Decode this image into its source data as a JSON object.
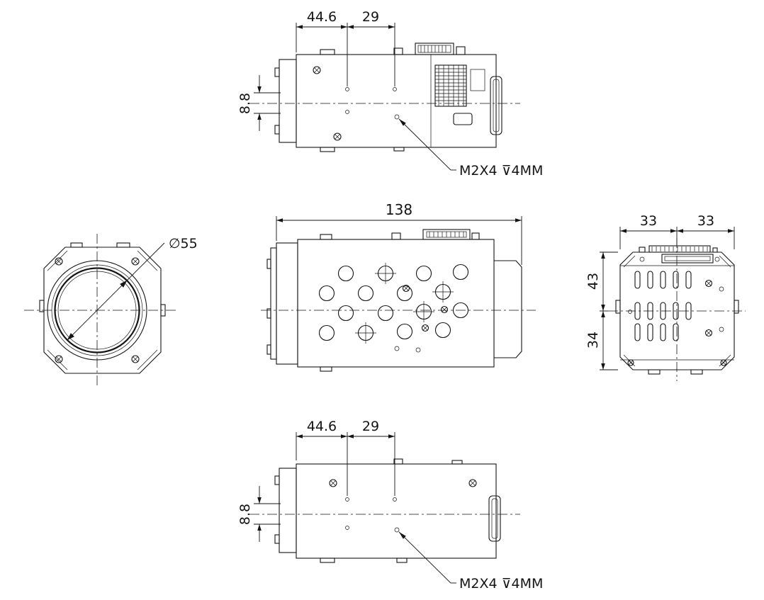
{
  "colors": {
    "background": "#ffffff",
    "line": "#141414"
  },
  "views": {
    "top_side": {
      "dim_front_width": "44.6",
      "dim_mid_width": "29",
      "dim_hole_spacing": "8.8",
      "thread_note": "M2X4 ⊽4MM"
    },
    "front": {
      "dim_lens_diameter": "∅55"
    },
    "side": {
      "dim_overall_length": "138"
    },
    "rear": {
      "dim_top_left": "33",
      "dim_top_right": "33",
      "dim_upper_height": "43",
      "dim_lower_height": "34"
    },
    "bottom_side": {
      "dim_front_width": "44.6",
      "dim_mid_width": "29",
      "dim_hole_spacing": "8.8",
      "thread_note": "M2X4 ⊽4MM"
    }
  }
}
